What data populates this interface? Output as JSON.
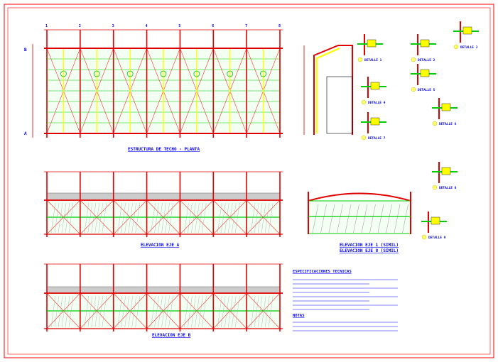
{
  "drawing": {
    "views": {
      "roof_plan": {
        "title": "ESTRUCTURA DE TECHO - PLANTA"
      },
      "elev_a": {
        "title": "ELEVACION EJE A"
      },
      "elev_b": {
        "title": "ELEVACION EJE B"
      },
      "elev_side": {
        "title1": "ELEVACION EJE 1 (SIMIL)",
        "title2": "ELEVACION EJE 8 (SIMIL)"
      }
    },
    "grid": {
      "columns": [
        "1",
        "2",
        "3",
        "4",
        "5",
        "6",
        "7",
        "8"
      ],
      "rows": [
        "B",
        "A"
      ]
    },
    "detail_labels": {
      "d1": "DETALLE 1",
      "d2": "DETALLE 2",
      "d3": "DETALLE 3",
      "d4": "DETALLE 4",
      "d5": "DETALLE 5",
      "d6": "DETALLE 6",
      "d7": "DETALLE 7",
      "d8": "DETALLE 8",
      "d9": "DETALLE 9"
    },
    "notes": {
      "heading": "ESPECIFICACIONES TECNICAS",
      "notas": "NOTAS"
    },
    "colors": {
      "frame_red": "#e00000",
      "green": "#00cc00",
      "yellow": "#ffff00",
      "cyan": "#00d0d0",
      "blue": "#0000ff",
      "border_red": "#ff0000"
    }
  }
}
